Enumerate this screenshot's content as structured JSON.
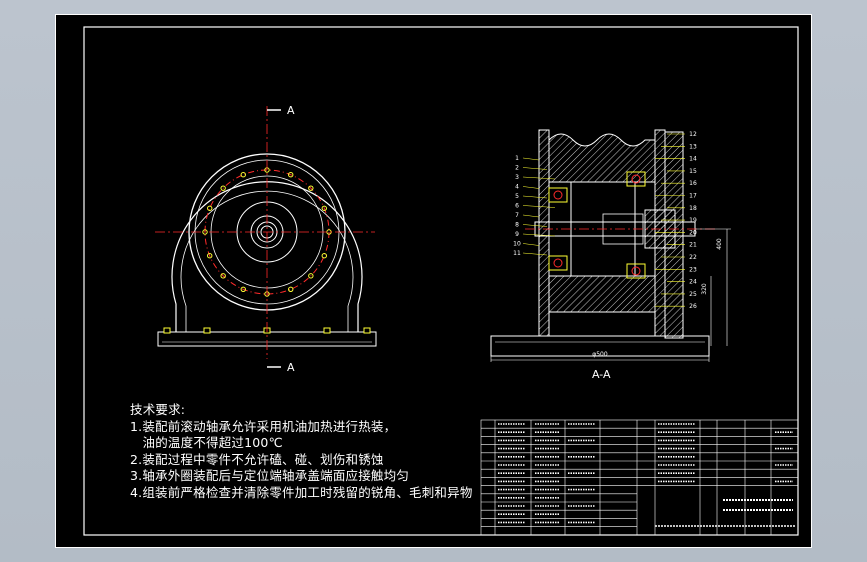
{
  "sheet": {
    "section_marker": "A",
    "section_label": "A-A",
    "base_width_dim": "φ500",
    "height_dims": [
      "400",
      "320"
    ],
    "part_callouts_left": [
      "1",
      "2",
      "3",
      "4",
      "5",
      "6",
      "7",
      "8",
      "9",
      "10",
      "11"
    ],
    "part_callouts_right": [
      "12",
      "13",
      "14",
      "15",
      "16",
      "17",
      "18",
      "19",
      "20",
      "21",
      "22",
      "23",
      "24",
      "25",
      "26"
    ]
  },
  "notes": {
    "heading": "技术要求:",
    "items": [
      "1.装配前滚动轴承允许采用机油加热进行热装，",
      "   油的温度不得超过100℃",
      "2.装配过程中零件不允许磕、碰、划伤和锈蚀",
      "3.轴承外圈装配后与定位端轴承盖端面应接触均匀",
      "4.组装前严格检查并清除零件加工时残留的锐角、毛刺和异物"
    ]
  },
  "colors": {
    "sheet_bg": "#000000",
    "line": "#ffffff",
    "centerline": "#ff2a2a",
    "leader": "#ffff33",
    "viewport_bg": "#b9c1cb"
  }
}
